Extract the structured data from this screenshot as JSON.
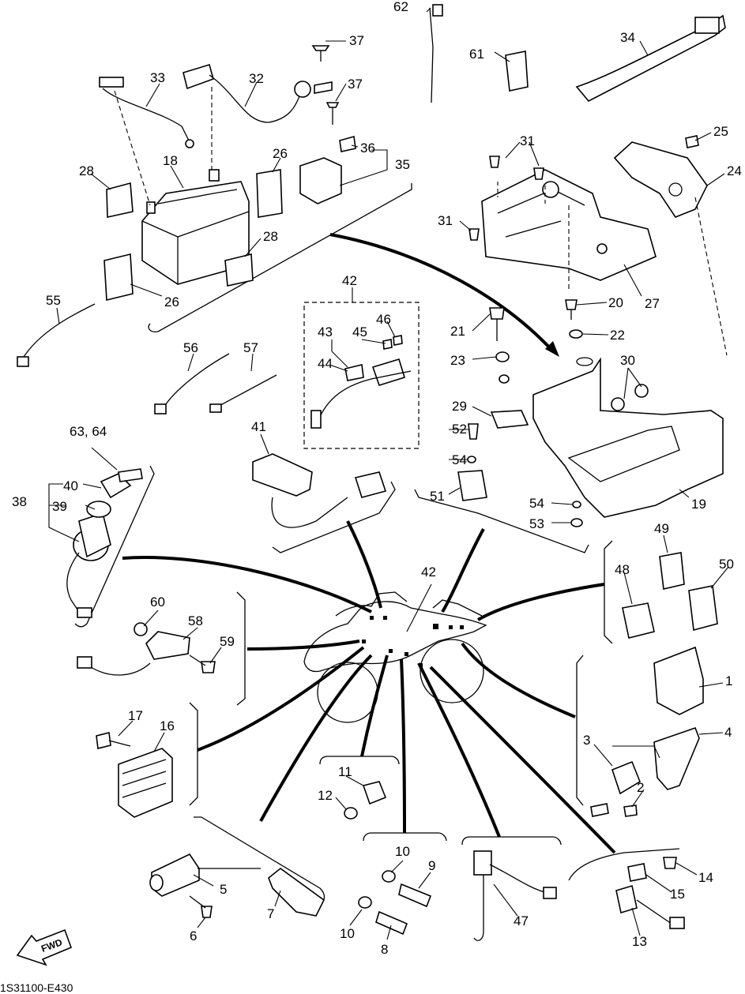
{
  "figure_code": "1S31100-E430",
  "fwd_label": "FWD",
  "parts": [
    {
      "num": "1"
    },
    {
      "num": "2"
    },
    {
      "num": "3"
    },
    {
      "num": "4"
    },
    {
      "num": "5"
    },
    {
      "num": "6"
    },
    {
      "num": "7"
    },
    {
      "num": "8"
    },
    {
      "num": "9"
    },
    {
      "num": "10"
    },
    {
      "num": "10"
    },
    {
      "num": "11"
    },
    {
      "num": "12"
    },
    {
      "num": "13"
    },
    {
      "num": "14"
    },
    {
      "num": "15"
    },
    {
      "num": "16"
    },
    {
      "num": "17"
    },
    {
      "num": "18"
    },
    {
      "num": "19"
    },
    {
      "num": "20"
    },
    {
      "num": "21"
    },
    {
      "num": "22"
    },
    {
      "num": "23"
    },
    {
      "num": "24"
    },
    {
      "num": "25"
    },
    {
      "num": "26"
    },
    {
      "num": "26"
    },
    {
      "num": "27"
    },
    {
      "num": "28"
    },
    {
      "num": "28"
    },
    {
      "num": "29"
    },
    {
      "num": "30"
    },
    {
      "num": "31"
    },
    {
      "num": "31"
    },
    {
      "num": "32"
    },
    {
      "num": "33"
    },
    {
      "num": "34"
    },
    {
      "num": "35"
    },
    {
      "num": "36"
    },
    {
      "num": "37"
    },
    {
      "num": "37"
    },
    {
      "num": "38"
    },
    {
      "num": "39"
    },
    {
      "num": "40"
    },
    {
      "num": "41"
    },
    {
      "num": "42"
    },
    {
      "num": "42"
    },
    {
      "num": "43"
    },
    {
      "num": "44"
    },
    {
      "num": "45"
    },
    {
      "num": "46"
    },
    {
      "num": "47"
    },
    {
      "num": "48"
    },
    {
      "num": "49"
    },
    {
      "num": "50"
    },
    {
      "num": "51"
    },
    {
      "num": "52"
    },
    {
      "num": "53"
    },
    {
      "num": "54"
    },
    {
      "num": "54"
    },
    {
      "num": "55"
    },
    {
      "num": "56"
    },
    {
      "num": "57"
    },
    {
      "num": "58"
    },
    {
      "num": "59"
    },
    {
      "num": "60"
    },
    {
      "num": "61"
    },
    {
      "num": "62"
    },
    {
      "num": "63, 64"
    }
  ]
}
